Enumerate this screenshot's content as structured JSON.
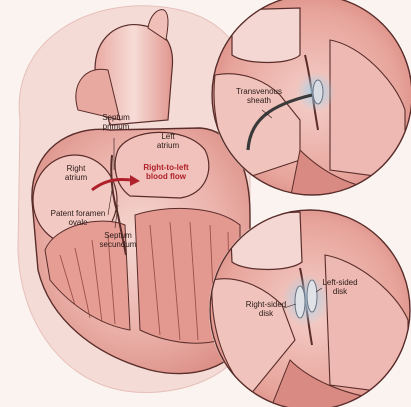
{
  "labels": {
    "septum_primum": "Septum\nprimum",
    "left_atrium": "Left\natrium",
    "right_atrium": "Right\natrium",
    "right_to_left_flow": "Right-to-left\nblood flow",
    "patent_foramen_ovale": "Patent foramen\novale",
    "septum_secundum": "Septum\nsecundum",
    "transvenous_sheath": "Transvenous\nsheath",
    "left_sided_disk": "Left-sided\ndisk",
    "right_sided_disk": "Right-sided\ndisk"
  },
  "colors": {
    "background": "#fbf3ef",
    "tissue_light": "#f2c9c4",
    "tissue_mid": "#e8a49c",
    "tissue_dark": "#c9716b",
    "outline": "#5a2d2a",
    "flow_arrow": "#b0202a",
    "sheath": "#3a3a3a",
    "device": "#d9dde3"
  }
}
